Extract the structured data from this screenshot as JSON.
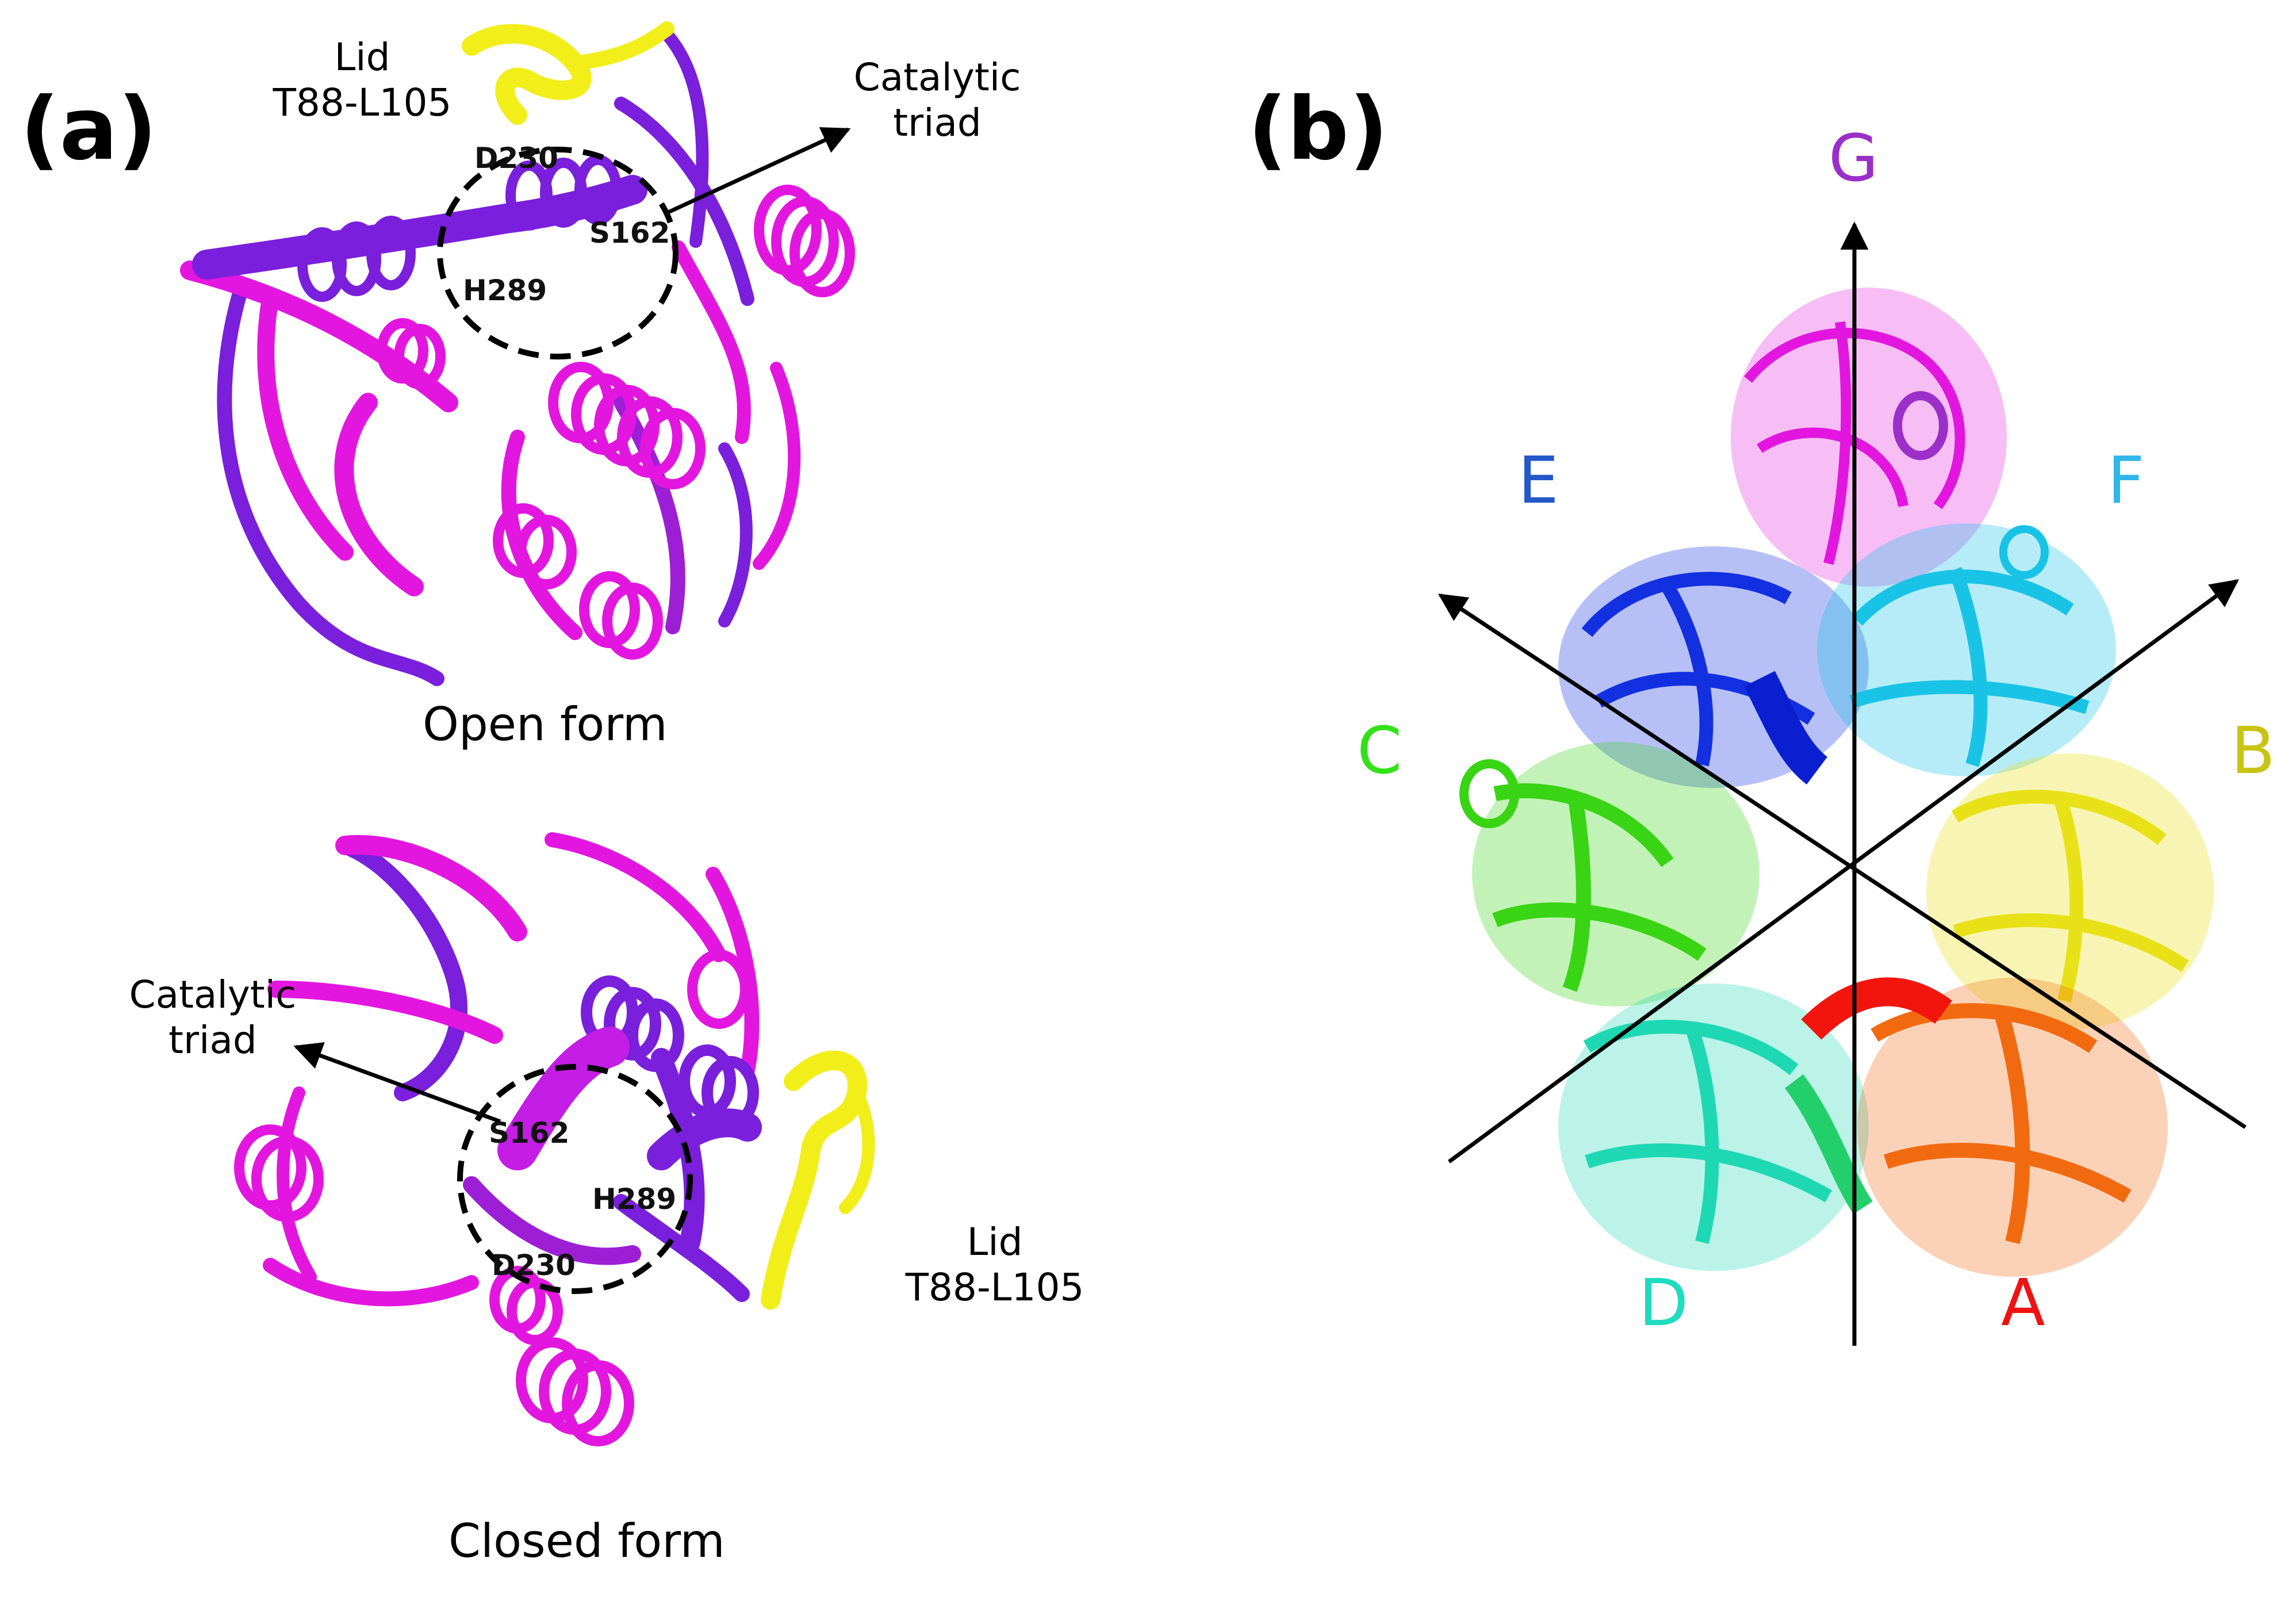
{
  "panels": {
    "a": {
      "label": "(a)",
      "open_form": {
        "caption": "Open form",
        "lid_name": "Lid",
        "lid_range": "T88-L105",
        "triad_line1": "Catalytic",
        "triad_line2": "triad",
        "residues": {
          "d": "D230",
          "s": "S162",
          "h": "H289"
        }
      },
      "closed_form": {
        "caption": "Closed form",
        "lid_name": "Lid",
        "lid_range": "T88-L105",
        "triad_line1": "Catalytic",
        "triad_line2": "triad",
        "residues": {
          "d": "D230",
          "s": "S162",
          "h": "H289"
        }
      }
    },
    "b": {
      "label": "(b)",
      "subunits": [
        {
          "id": "G",
          "color": "#9b2fc9"
        },
        {
          "id": "E",
          "color": "#2457c9"
        },
        {
          "id": "F",
          "color": "#2fb6ea"
        },
        {
          "id": "C",
          "color": "#33e11a"
        },
        {
          "id": "B",
          "color": "#c9c414"
        },
        {
          "id": "D",
          "color": "#1fdcc0"
        },
        {
          "id": "A",
          "color": "#ee1313"
        }
      ]
    }
  },
  "colors": {
    "helix_magenta": "#e316e0",
    "strand_purple": "#7a1fdc",
    "lid_yellow": "#f2ee1a",
    "blue": "#1230e0",
    "cyan": "#19c3e6",
    "green": "#39d414",
    "teal": "#1ed8b3",
    "orange": "#f26a10",
    "yellow": "#e8e117",
    "red": "#f2150d"
  }
}
